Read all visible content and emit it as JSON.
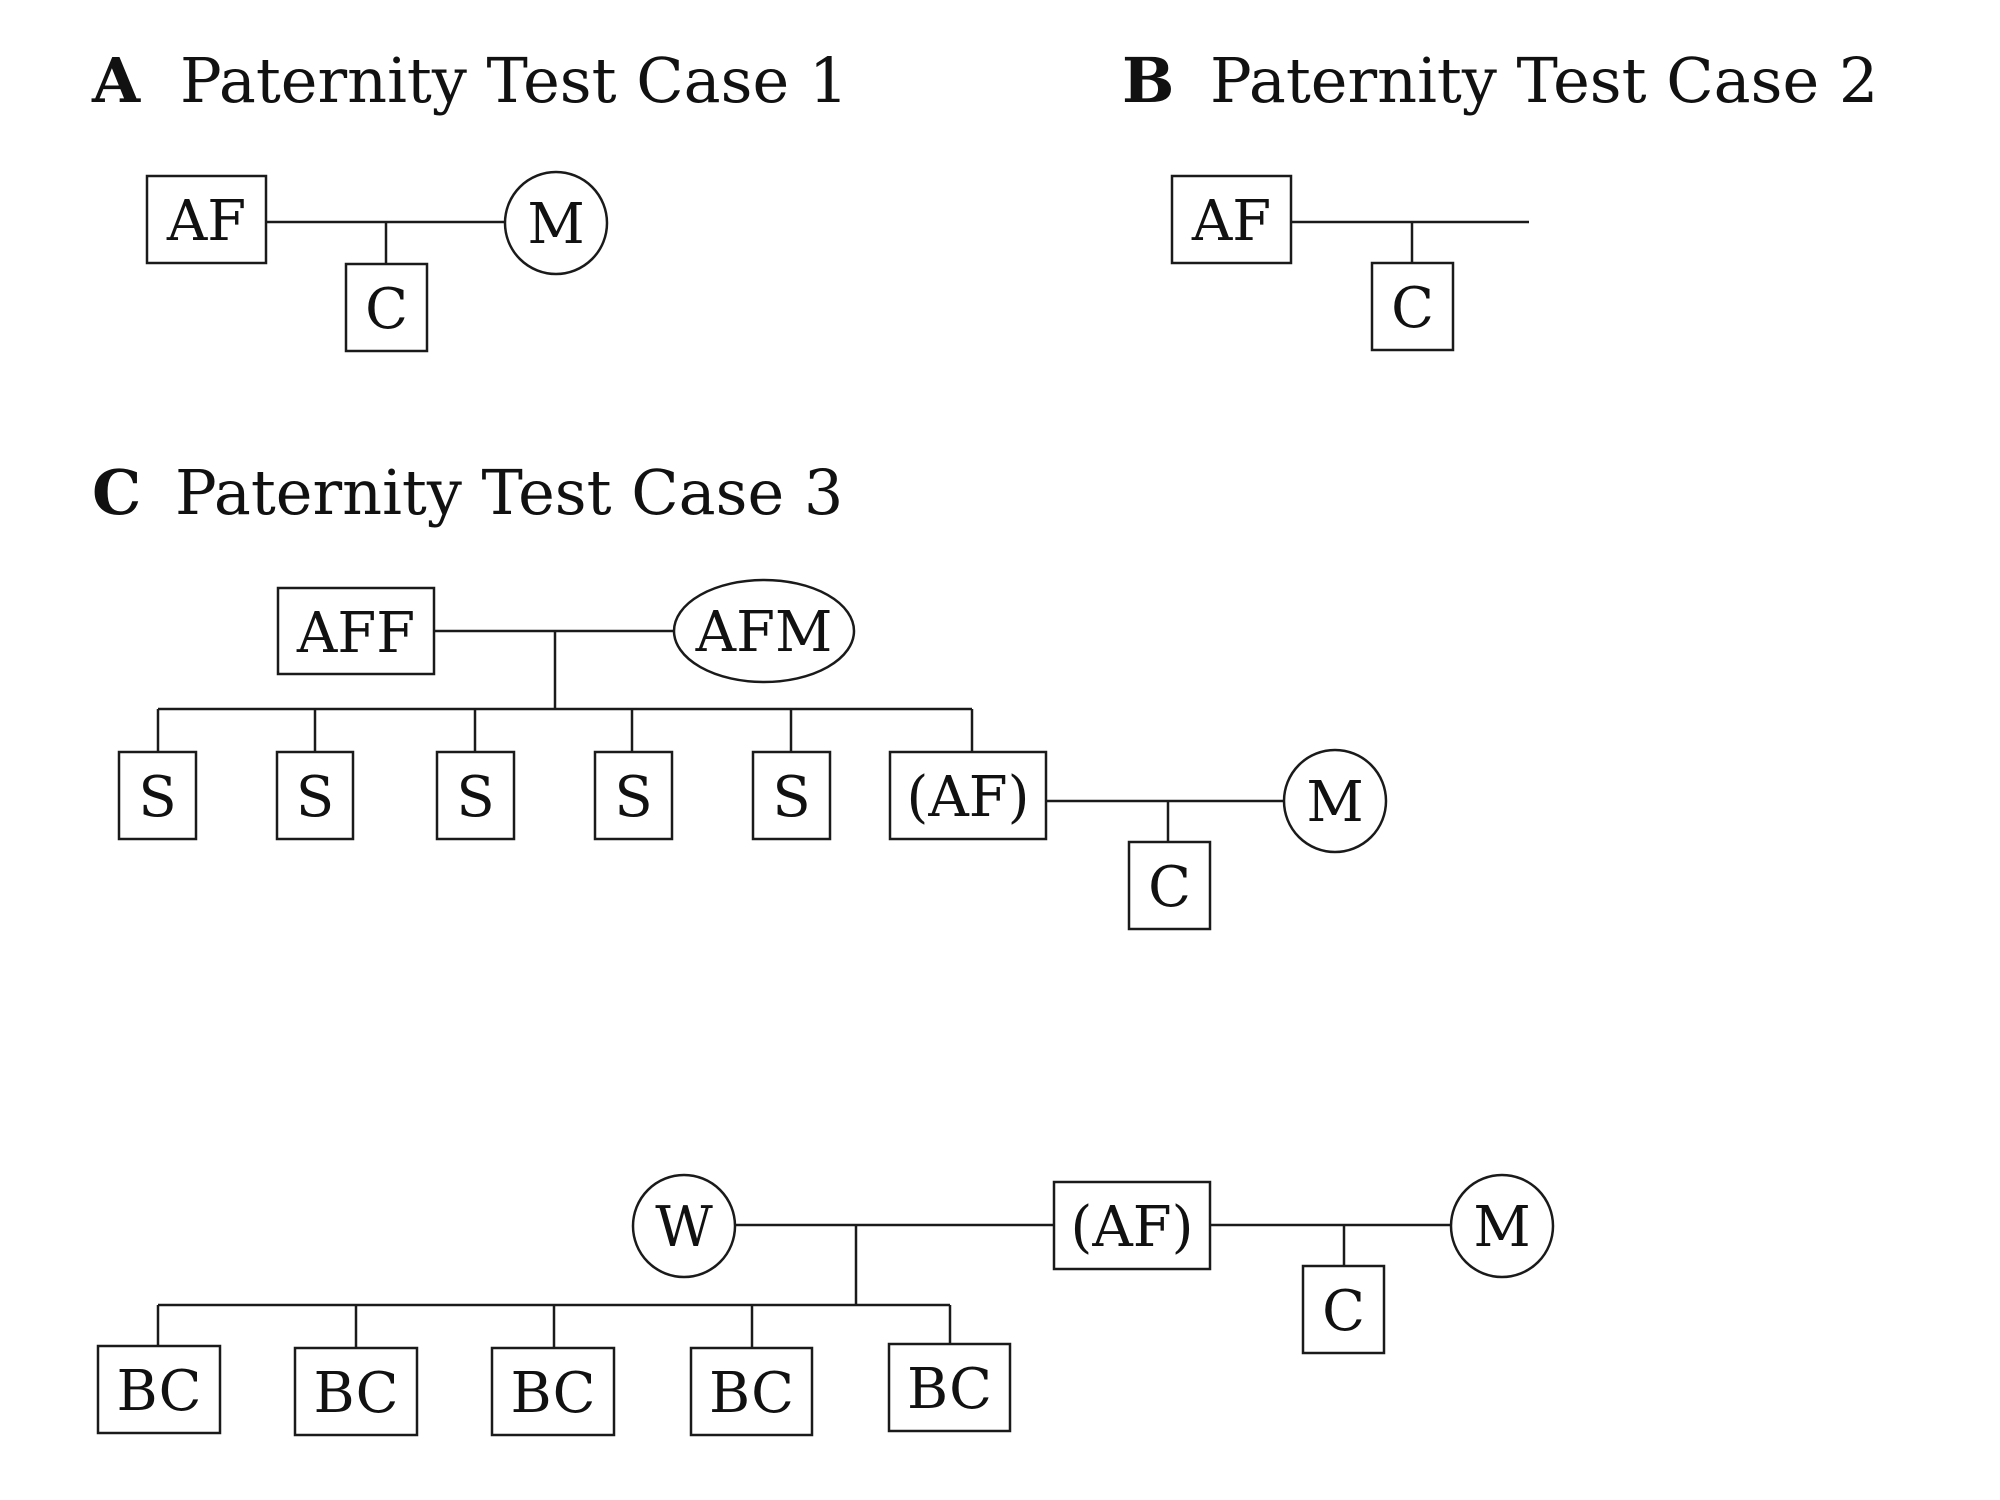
{
  "panels": {
    "a": {
      "letter": "A",
      "title": "Paternity Test Case 1"
    },
    "b": {
      "letter": "B",
      "title": "Paternity Test Case 2"
    },
    "c": {
      "letter": "C",
      "title": "Paternity Test Case 3"
    }
  },
  "labels": {
    "alleged_father": "AF",
    "alleged_father_paren": "(AF)",
    "child": "C",
    "mother": "M",
    "af_father": "AFF",
    "af_mother": "AFM",
    "sibling": "S",
    "wife": "W",
    "biological_child": "BC"
  }
}
